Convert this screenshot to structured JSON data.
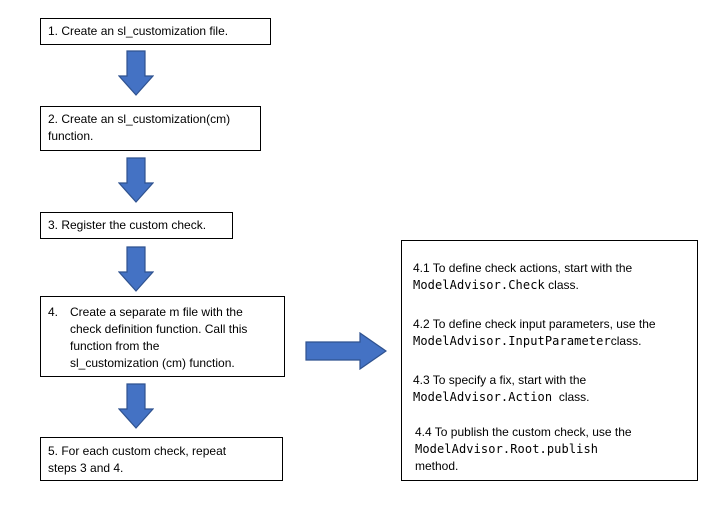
{
  "steps": {
    "step1": {
      "line1": "1. Create an sl_customization file."
    },
    "step2": {
      "line1": "2.  Create an sl_customization(cm)",
      "line2": "function."
    },
    "step3": {
      "line1": "3.  Register the custom check."
    },
    "step4": {
      "number": "4.",
      "line1": "Create a separate m file with the",
      "line2": "check definition function. Call this",
      "line3": "function from the",
      "line4": "sl_customization (cm) function."
    },
    "step5": {
      "line1": "5. For each custom check, repeat",
      "line2": "steps 3 and 4."
    }
  },
  "details": {
    "d1": {
      "text": "4.1 To define check actions, start with the",
      "code": "ModelAdvisor.Check",
      "suffix": " class."
    },
    "d2": {
      "text": "4.2 To define check input parameters, use the",
      "code": "ModelAdvisor.InputParameter",
      "suffix": "class."
    },
    "d3": {
      "text": "4.3 To specify a fix, start with the",
      "code": "ModelAdvisor.Action",
      "suffix": "  class."
    },
    "d4": {
      "text": "4.4 To publish the custom check, use the",
      "code": "ModelAdvisor.Root.publish",
      "suffix": "method."
    }
  },
  "colors": {
    "arrow_fill": "#4472c4",
    "arrow_stroke": "#2f528f",
    "border": "#000000"
  },
  "icons": {
    "down_arrow": "down-arrow-icon",
    "right_arrow": "right-arrow-icon"
  }
}
